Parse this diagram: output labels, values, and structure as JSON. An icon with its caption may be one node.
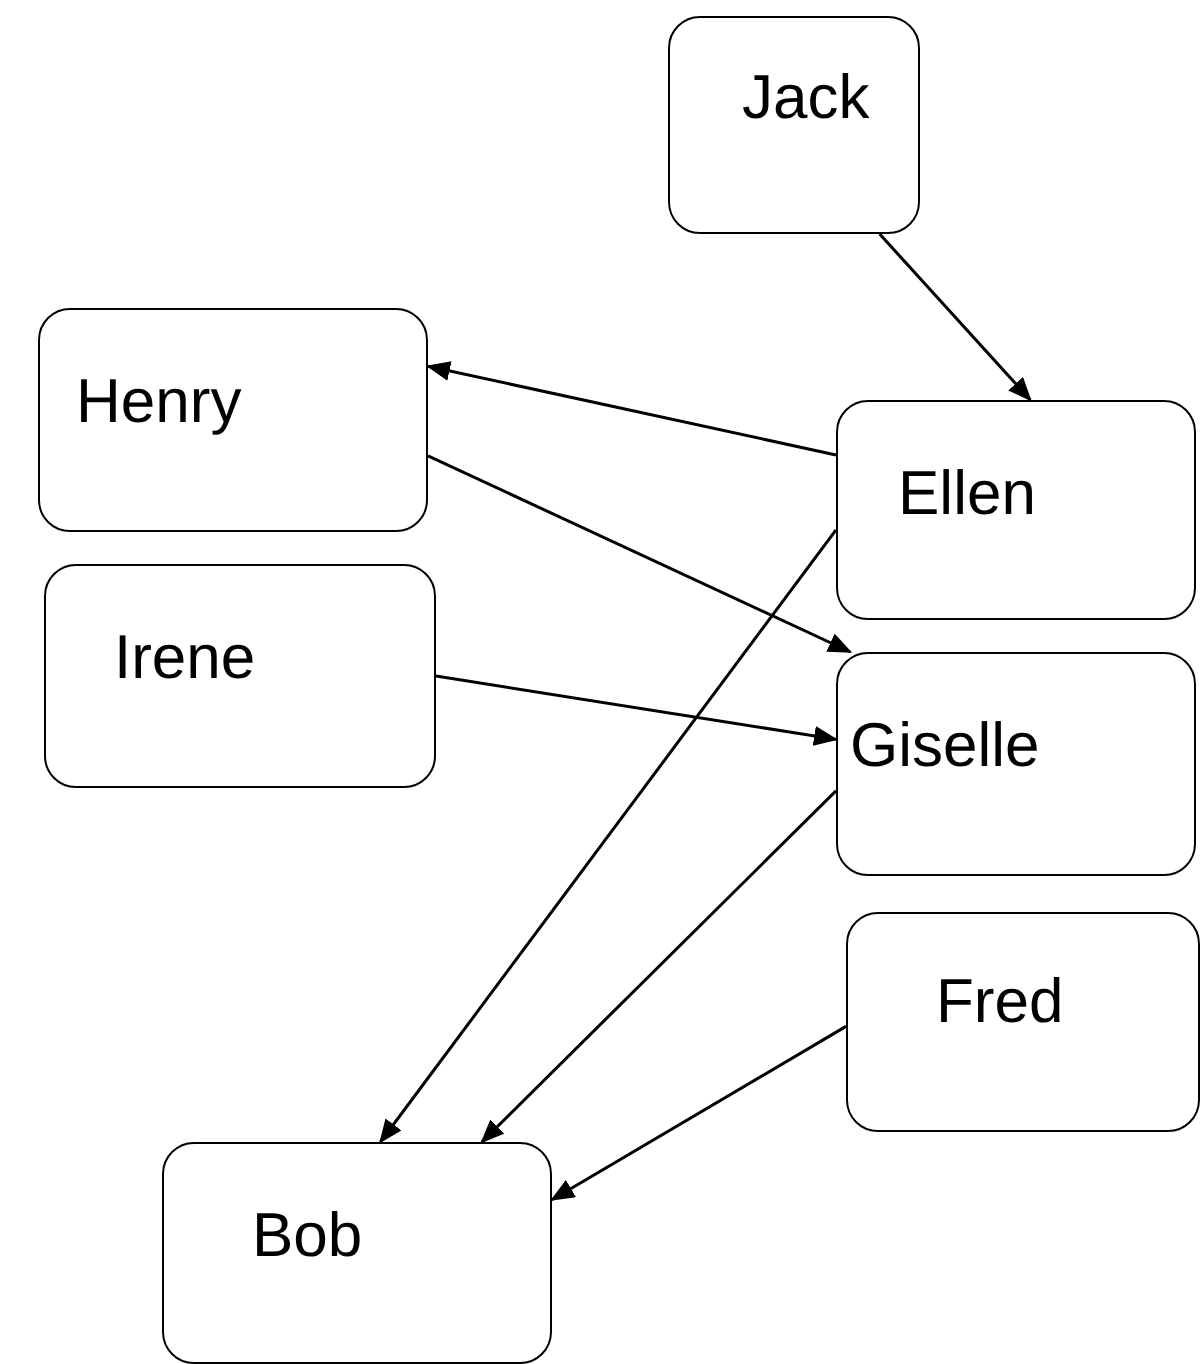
{
  "diagram": {
    "nodes": [
      {
        "text": [
          "Jack"
        ]
      },
      {
        "text": [
          "Henry"
        ]
      },
      {
        "text": [
          "Ellen"
        ]
      },
      {
        "text": [
          "Irene"
        ]
      },
      {
        "text": [
          "Giselle"
        ]
      },
      {
        "text": [
          "Fred"
        ]
      },
      {
        "text": [
          "Bob"
        ]
      }
    ],
    "edges": [
      {
        "from": 0,
        "to": 2,
        "arrow": "to"
      },
      {
        "from": 2,
        "to": 1,
        "arrow": "to"
      },
      {
        "from": 1,
        "to": 4,
        "arrow": "to"
      },
      {
        "from": 3,
        "to": 4,
        "arrow": "to"
      },
      {
        "from": 2,
        "to": 6,
        "arrow": "to"
      },
      {
        "from": 4,
        "to": 6,
        "arrow": "to"
      },
      {
        "from": 5,
        "to": 6,
        "arrow": "to"
      }
    ]
  }
}
